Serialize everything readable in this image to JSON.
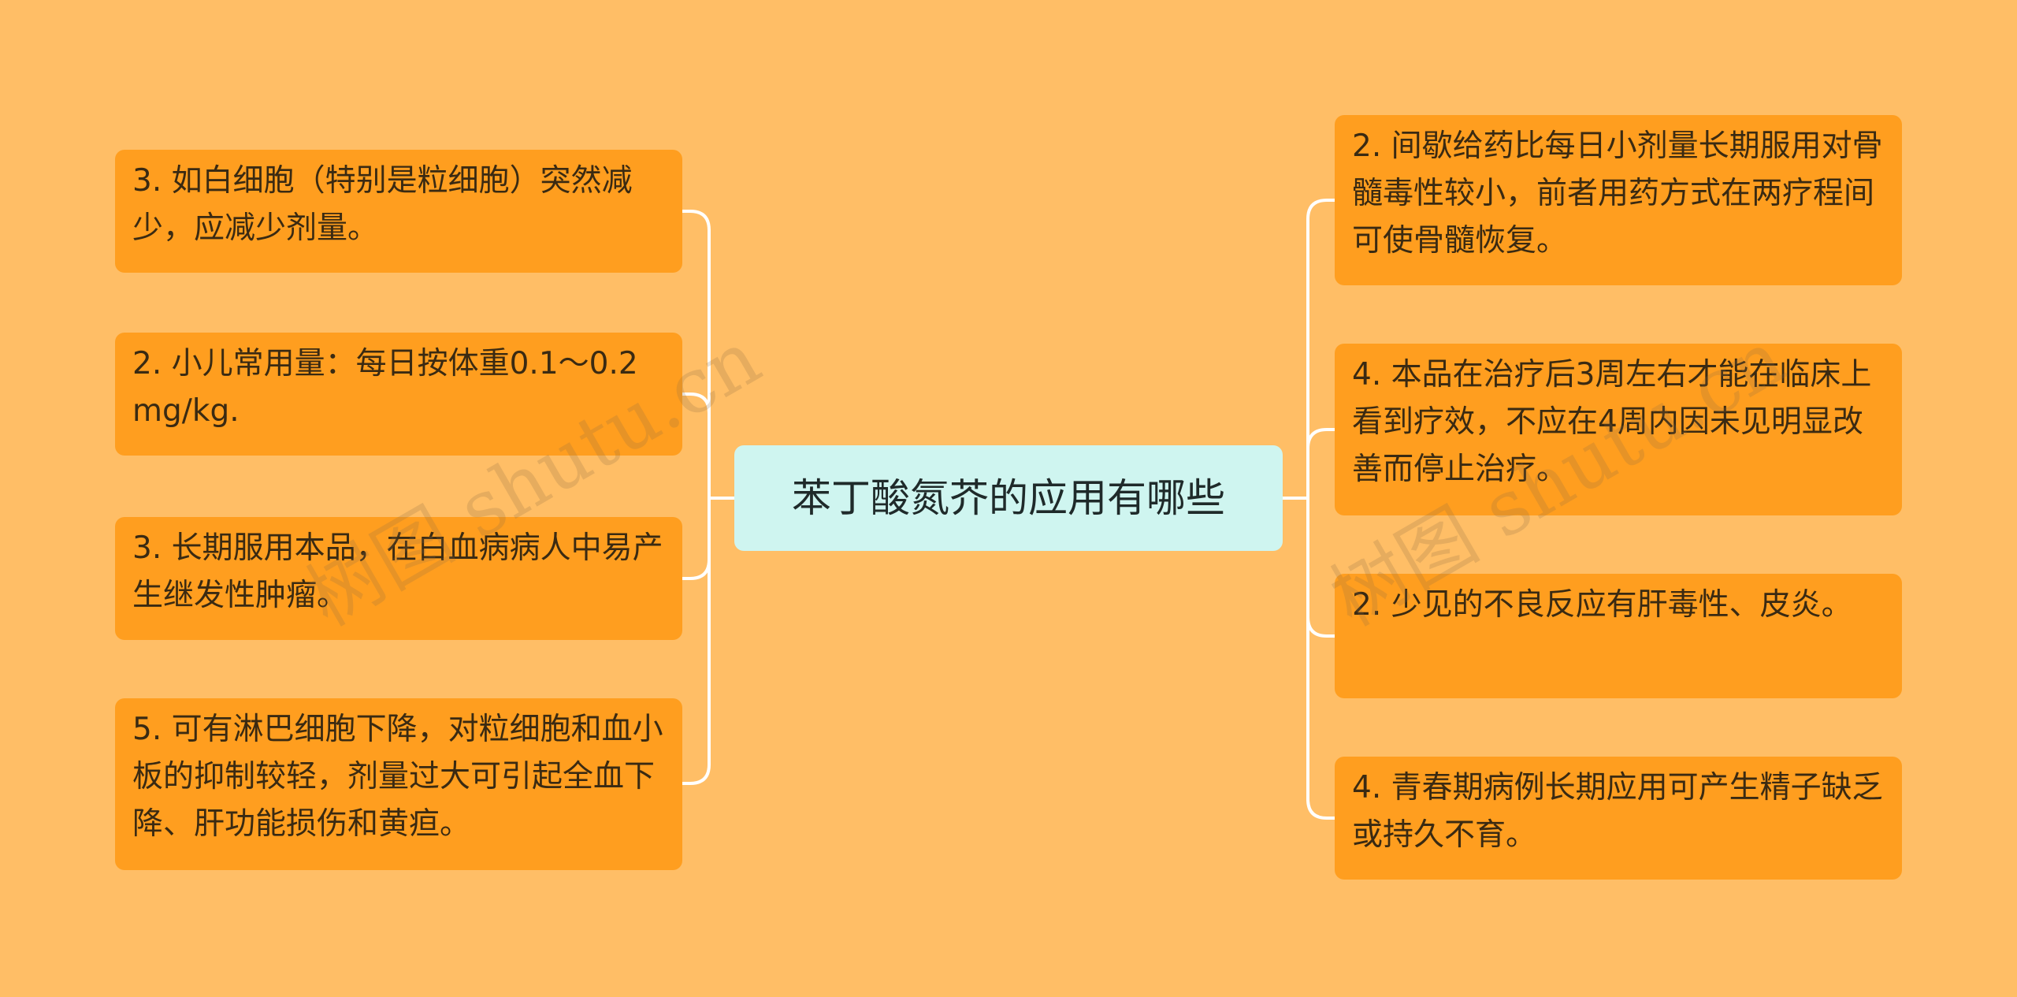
{
  "center": {
    "title": "苯丁酸氮芥的应用有哪些"
  },
  "left_nodes": [
    {
      "text": "3. 如白细胞（特别是粒细胞）突然减少，应减少剂量。"
    },
    {
      "text": "2. 小儿常用量：每日按体重0.1～0.2mg/kg."
    },
    {
      "text": "3. 长期服用本品，在白血病病人中易产生继发性肿瘤。"
    },
    {
      "text": "5. 可有淋巴细胞下降，对粒细胞和血小板的抑制较轻，剂量过大可引起全血下降、肝功能损伤和黄疸。"
    }
  ],
  "right_nodes": [
    {
      "text": "2. 间歇给药比每日小剂量长期服用对骨髓毒性较小，前者用药方式在两疗程间可使骨髓恢复。"
    },
    {
      "text": "4. 本品在治疗后3周左右才能在临床上看到疗效，不应在4周内因未见明显改善而停止治疗。"
    },
    {
      "text": "2. 少见的不良反应有肝毒性、皮炎。"
    },
    {
      "text": "4. 青春期病例长期应用可产生精子缺乏或持久不育。"
    }
  ],
  "watermark": {
    "text": "树图 shutu.cn"
  },
  "colors": {
    "background": "#FFBE66",
    "node_fill": "#FF9E1F",
    "center_fill": "#CFF5F0",
    "connector": "#FFFFFF"
  }
}
